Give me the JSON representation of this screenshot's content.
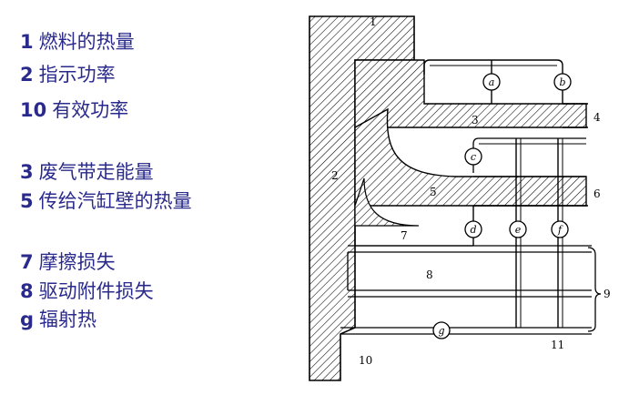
{
  "legend": [
    {
      "num": "1",
      "text": "燃料的热量"
    },
    {
      "num": "2",
      "text": "指示功率"
    },
    {
      "num": "10",
      "text": "有效功率"
    },
    {
      "num": "3",
      "text": "废气带走能量"
    },
    {
      "num": "5",
      "text": "传给汽缸壁的热量"
    },
    {
      "num": "7",
      "text": "摩擦损失"
    },
    {
      "num": "8",
      "text": "驱动附件损失"
    },
    {
      "num": "g",
      "text": "辐射热"
    }
  ],
  "diagram": {
    "region_labels": {
      "r1": "1",
      "r2": "2",
      "r3": "3",
      "r4": "4",
      "r5": "5",
      "r6": "6",
      "r7": "7",
      "r8": "8",
      "r9": "9",
      "r10": "10",
      "r11": "11"
    },
    "circle_labels": {
      "a": "a",
      "b": "b",
      "c": "c",
      "d": "d",
      "e": "e",
      "f": "f",
      "g": "g"
    }
  },
  "colors": {
    "legend_text": "#2a2a8c",
    "line": "#000000"
  }
}
